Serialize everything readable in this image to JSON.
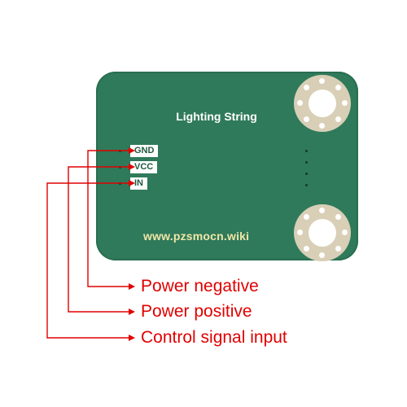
{
  "board": {
    "title": "Lighting String",
    "url": "www.pzsmocn.wiki",
    "color": "#2f7a5a"
  },
  "pins": [
    {
      "label": "GND",
      "description": "Power negative"
    },
    {
      "label": "VCC",
      "description": "Power positive"
    },
    {
      "label": "IN",
      "description": "Control signal input"
    }
  ],
  "colors": {
    "callout": "#e00000",
    "url_text": "#f0e6a8"
  }
}
